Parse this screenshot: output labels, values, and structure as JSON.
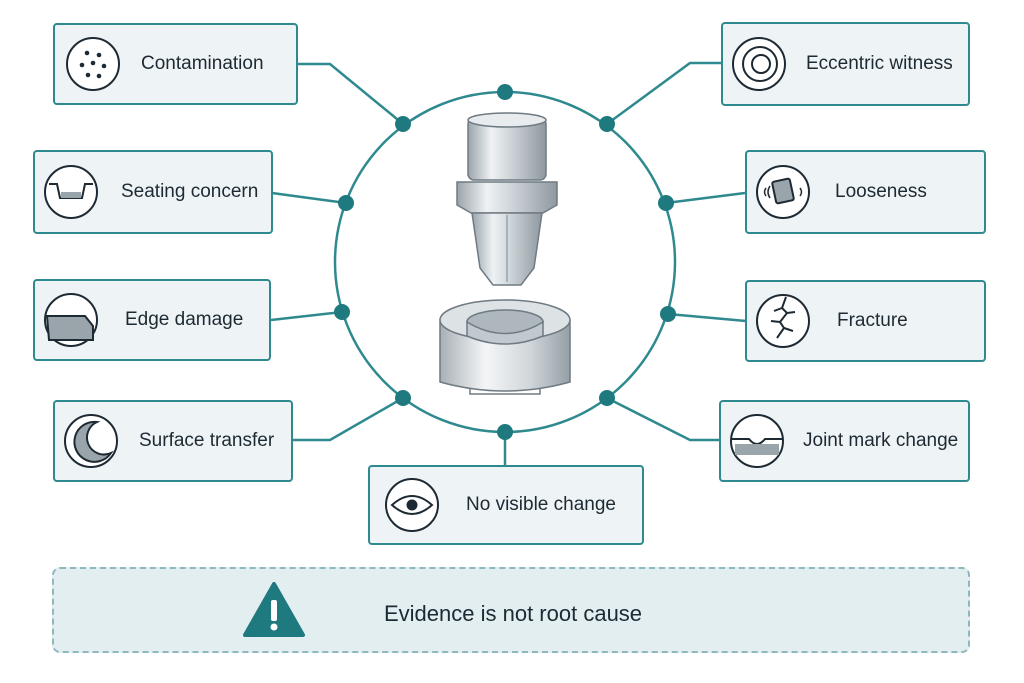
{
  "colors": {
    "accent": "#2e8a8f",
    "card_fill": "#eef4f6",
    "text": "#1d2a33",
    "banner_fill": "#e3eef1",
    "banner_border": "#8fb8be"
  },
  "evidence": {
    "contamination": {
      "label": "Contamination",
      "icon": "dots-icon"
    },
    "seating": {
      "label": "Seating concern",
      "icon": "seat-icon"
    },
    "edge": {
      "label": "Edge damage",
      "icon": "edge-icon"
    },
    "transfer": {
      "label": "Surface transfer",
      "icon": "crescent-icon"
    },
    "eccentric": {
      "label": "Eccentric witness",
      "icon": "concentric-rings-icon"
    },
    "looseness": {
      "label": "Looseness",
      "icon": "loose-block-icon"
    },
    "fracture": {
      "label": "Fracture",
      "icon": "crack-icon"
    },
    "joint": {
      "label": "Joint mark change",
      "icon": "joint-mark-icon"
    },
    "novisible": {
      "label": "No visible change",
      "icon": "eye-icon"
    }
  },
  "banner": {
    "text": "Evidence is not root cause",
    "icon": "warning-icon"
  }
}
